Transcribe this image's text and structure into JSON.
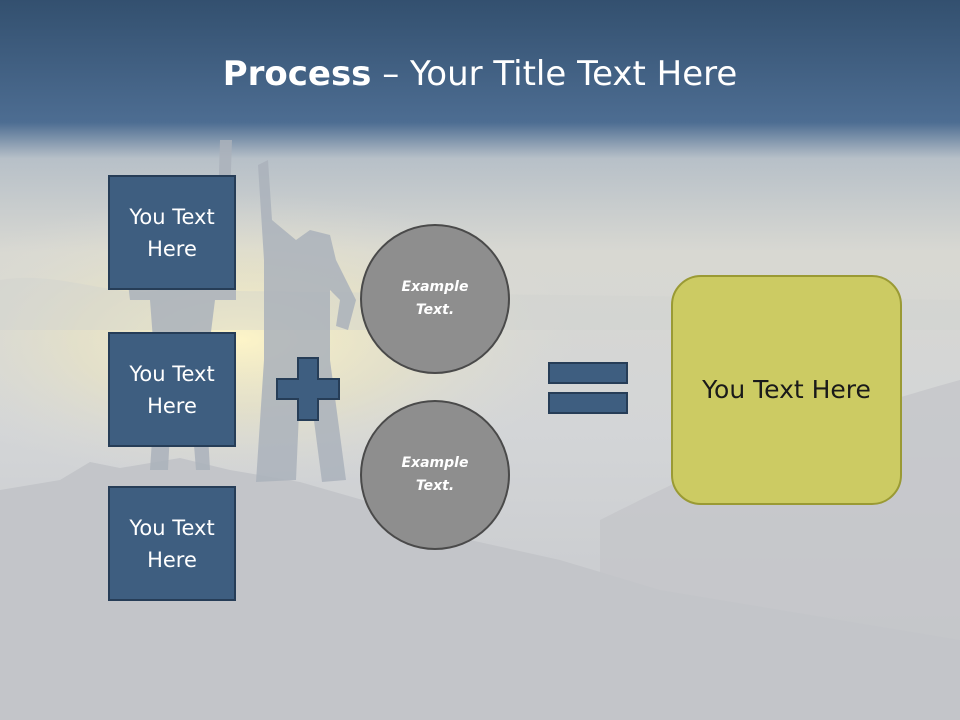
{
  "title": {
    "bold": "Process",
    "rest": " – Your Title Text Here"
  },
  "boxes": [
    {
      "label": "You Text Here"
    },
    {
      "label": "You Text Here"
    },
    {
      "label": "You Text Here"
    }
  ],
  "circles": [
    {
      "label": "Example Text."
    },
    {
      "label": "Example Text."
    }
  ],
  "result": {
    "label": "You Text Here"
  },
  "colors": {
    "header_blue": "#3b5a80",
    "box_fill": "#3e5e80",
    "circle_fill": "#8e8e8e",
    "result_fill": "#cccb63"
  },
  "icons": {
    "plus": "plus-icon",
    "equals": "equals-icon"
  }
}
